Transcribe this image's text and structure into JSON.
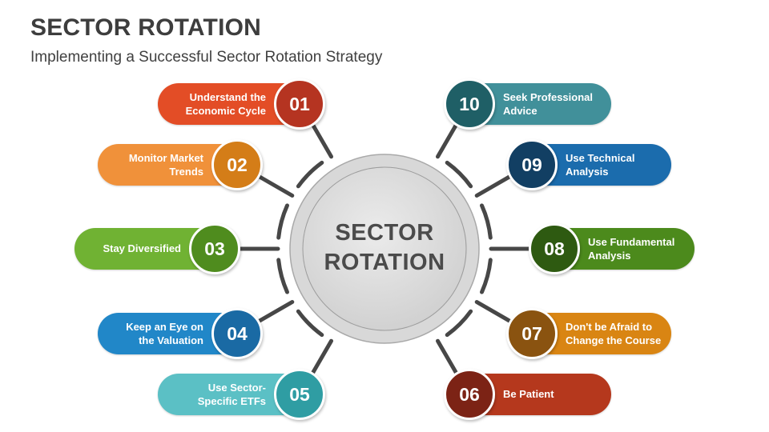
{
  "header": {
    "title": "SECTOR ROTATION",
    "subtitle": "Implementing a Successful Sector Rotation Strategy"
  },
  "center": {
    "line1": "SECTOR",
    "line2": "ROTATION"
  },
  "colors": {
    "connector": "#474747",
    "center_text": "#4b4b4b"
  },
  "items": [
    {
      "number": "01",
      "label": "Understand the\nEconomic Cycle",
      "side": "left",
      "pill_color": "#e34d26",
      "circle_color": "#b53421"
    },
    {
      "number": "02",
      "label": "Monitor Market\nTrends",
      "side": "left",
      "pill_color": "#f0913a",
      "circle_color": "#d47d18"
    },
    {
      "number": "03",
      "label": "Stay Diversified",
      "side": "left",
      "pill_color": "#70b233",
      "circle_color": "#4f8c1e"
    },
    {
      "number": "04",
      "label": "Keep an Eye on\nthe Valuation",
      "side": "left",
      "pill_color": "#2187c8",
      "circle_color": "#1a6aa4"
    },
    {
      "number": "05",
      "label": "Use Sector-\nSpecific ETFs",
      "side": "left",
      "pill_color": "#5bc0c5",
      "circle_color": "#2f9da3"
    },
    {
      "number": "06",
      "label": "Be Patient",
      "side": "right",
      "pill_color": "#b5381d",
      "circle_color": "#7c2315"
    },
    {
      "number": "07",
      "label": "Don't be Afraid to\nChange the Course",
      "side": "right",
      "pill_color": "#d98513",
      "circle_color": "#8a5310"
    },
    {
      "number": "08",
      "label": "Use Fundamental\nAnalysis",
      "side": "right",
      "pill_color": "#4c8a1c",
      "circle_color": "#2e5a11"
    },
    {
      "number": "09",
      "label": "Use Technical\nAnalysis",
      "side": "right",
      "pill_color": "#1b6cad",
      "circle_color": "#123f63"
    },
    {
      "number": "10",
      "label": "Seek Professional\nAdvice",
      "side": "right",
      "pill_color": "#41909a",
      "circle_color": "#1f5f66"
    }
  ]
}
